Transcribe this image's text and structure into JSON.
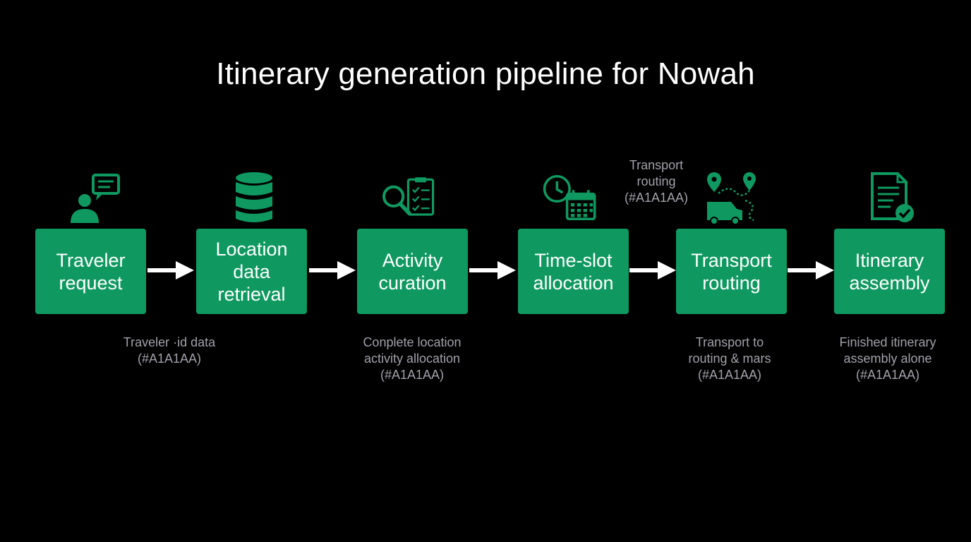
{
  "title": "Itinerary generation pipeline for Nowah",
  "colors": {
    "background": "#000000",
    "box": "#0f9960",
    "icon": "#0f9960",
    "note_text": "#a1a1aa",
    "arrow": "#ffffff"
  },
  "stages": [
    {
      "label": "Traveler\nrequest",
      "icon": "user-chat-icon"
    },
    {
      "label": "Location\ndata\nretrieval",
      "icon": "database-icon"
    },
    {
      "label": "Activity\ncuration",
      "icon": "magnifier-checklist-icon"
    },
    {
      "label": "Time-slot\nallocation",
      "icon": "clock-calendar-icon"
    },
    {
      "label": "Transport\nrouting",
      "icon": "map-pin-van-icon"
    },
    {
      "label": "Itinerary\nassembly",
      "icon": "document-check-icon"
    }
  ],
  "notes": {
    "traveler": "Traveler ·id data\n(#A1A1AA)",
    "activity": "Conplete location\nactivity allocation\n(#A1A1AA)",
    "transport_top": "Transport\nrouting\n(#A1A1AA)",
    "transport_bottom": "Transport to\nrouting & mars\n(#A1A1AA)",
    "itinerary": "Finished itinerary\nassembly alone\n(#A1A1AA)"
  }
}
